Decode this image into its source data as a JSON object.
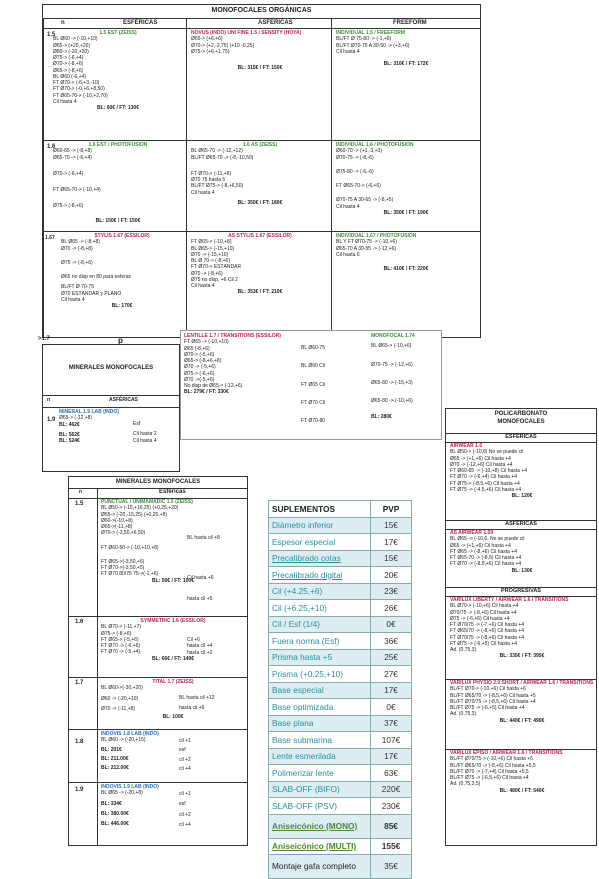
{
  "mono": {
    "title": "MONOFOCALES ORGÁNICAS",
    "col_n": "n",
    "col_esf": "ESFÉRICAS",
    "col_asf": "ASFÉRICAS",
    "col_free": "FREEFORM",
    "r15": {
      "n": "1.5",
      "esf_head": "1.5 EST (ZEISS)",
      "esf_lines": [
        "BL Ø60 -> (-10,+10)",
        "Ø65-> (+20,+20)",
        "Ø80-> (-20,+20)",
        "Ø75-> (-6,+4)",
        "Ø70-> (-8,+6)",
        "Ø65-> (-8,+6)",
        "BL Ø60 (-6,+4)",
        "FT Ø70-> (-6,+3,-10)",
        "FT Ø70-> (-0,+6,+8,50)",
        "FT Ø65-70-> (-10,+2,70)"
      ],
      "esf_note": "Cil hasta 4",
      "esf_price": "BL: 60€ / FT: 130€",
      "asf_head": "NOVUS (INDO) UNI FINE 1.5 / SENSITY (HOYA)",
      "asf_lines": [
        "Ø65-> (+6,+6)",
        "Ø70-> (+2,-2,75) (+10 -0,25)",
        "Ø75-> (+6,+1,75)"
      ],
      "asf_price": "BL: 315€ / FT: 150€",
      "free_head": "INDIVIDUAL 1.5 / FREEFORM",
      "free_lines": [
        "BL/FT Ø 75-80 -> (-1,+6)",
        "BL/FT Ø70-75 A 30-50 -> (+3,+6)"
      ],
      "free_note": "Cil hasta 4",
      "free_price": "BL: 310€ / FT: 172€"
    },
    "r16": {
      "n": "1.6",
      "esf_head": "1.6 EST / PHOTOFUSION",
      "esf_lines": [
        "Ø60-65 -> (-8,+8)",
        "Ø65-70 -> (-6,+4)",
        "Ø70-> (-6,+4)",
        "FT Ø65-70-> (-10,+4)",
        "Ø75-> (-8,+6)"
      ],
      "esf_price": "BL: 150€ / FT: 150€",
      "asf_head": "1.6 AS (ZEISS)",
      "asf_lines": [
        "BL Ø65-70 -> (-12,+12)",
        "BL/FT Ø65-70 -> (-8,-10,50)",
        "FT Ø70-> (-11,+8)",
        "Ø70 75 hasta 5",
        "BL/FT Ø75-> (-8,+6,50)"
      ],
      "asf_note": "Cil hasta 4",
      "asf_price": "BL: 350€ / FT: 180€",
      "free_head": "INDIVIDUAL 1.6 / PHOTOFUSION",
      "free_lines": [
        "Ø60-70 -> (+1,-3,+3)",
        "Ø70-75 -> (-8,-6)",
        "Ø75-80 -> (-6,-6)",
        "FT Ø65-70-> (-6,+6)",
        "Ø70-75 A 30-65 -> (-8,+5)"
      ],
      "free_note": "Cil hasta 4",
      "free_price": "BL: 350€ / FT: 190€"
    },
    "r167": {
      "n": "1.67",
      "esf_head": "STYLIS 1.67 (ESSILOR)",
      "esf_lines": [
        "BL Ø65 -> (-8,+8)",
        "Ø70 -> (-8,+8)",
        "Ø75 -> (-8,+6)",
        "Ø65 no disp en 80 para esferas",
        "BL/FT Ø 70-75",
        "Ø70 ESTÁNDAR y PLANO"
      ],
      "esf_note": "Cil hasta 4",
      "esf_price": "BL: 170€",
      "asf_head": "AS STYLIS 1.67 (ESSILOR)",
      "asf_lines": [
        "FT Ø65-> (-10,+8)",
        "BL Ø65-> (-15,+10)",
        "Ø70 -> (-15,+10)",
        "BL Ø 70-> (-8,+6)",
        "FT Ø70-> ESTÁNDAR",
        "Ø70 -> (-8,+6)",
        "Ø75 no disp, +6 Cil 2"
      ],
      "asf_note": "Cil hasta 4",
      "asf_price": "BL: 353€ / FT: 210€",
      "free_head": "INDIVIDUAL 1.67 / PHOTOFUSION",
      "free_lines": [
        "BL Y FT Ø70-75 -> (-10,+6)",
        "Ø65-70 A 30-55 -> (-12,+6)"
      ],
      "free_note": "Cil hasta 6",
      "free_price": "BL: 410€ / FT: 220€"
    }
  },
  "mm": {
    "n17": ">1.7",
    "p": "p",
    "title": "MINERALES MONOFOCALES",
    "col_n": "n",
    "col_asf": "ASFÉRICAS",
    "head": "LENTILLE 1.7 / TRANSITIONS (ESSILOR)",
    "lines": [
      "FT Ø65 -> (-10,+10)",
      "Ø65 (-8,+6)",
      "Ø70-> (-5,+6)",
      "Ø65-> (-8,+6,+8)",
      "Ø70 -> (-5,+6)",
      "Ø75-> (-6,+6)",
      "Ø70 ->(-5,+6)",
      "No disp de Ø65-> (-12,+6)",
      "BL: 279€ / FT: 330€"
    ],
    "mid": [
      "BL Ø60-75",
      "BL Ø60 Cil",
      "FT Ø65 Cil",
      "FT Ø70 Cil",
      "FT Ø70-80"
    ],
    "right_head": "MONOFOCAL 1.74",
    "right_lines": [
      "BL Ø65-> (-10,+6)",
      "Ø70-75 -> (-12,+6)",
      "Ø65-80 -> (-15,+3)",
      "Ø65-80 -> (-10,+6)"
    ],
    "right_price": "BL: 280€",
    "n19": "1.9",
    "h19": "MINERAL 1.9 LAB (INDO)",
    "r19": [
      "Ø65-> (-12,+8)",
      "BL: 462€",
      "BL: 562€",
      "BL: 524€"
    ],
    "r19n": [
      "Esf",
      "Cil hasta 2",
      "Cil hasta 4"
    ]
  },
  "mmx": {
    "title": "MINERALES MONOFOCALES",
    "col_n": "n",
    "col_esf": "Esféricas",
    "rows": [
      {
        "n": "1.5",
        "head": "PUNCTUAL / UNIMAMADIC 1.5 (ZEISS)",
        "lines": [
          "BL Ø50-> (-15,+16,25) (+0,25,+20)",
          "Ø55-> (-20,-15,25) (+0,25,+8)",
          "Ø60->(-10,+8)",
          "Ø65->(-11,+8)",
          "Ø70-> (-3,50,+6,50)",
          "FT Ø60-50-> (-10,+10,+8)",
          "FT Ø65->(-3,50,+6)",
          "FT Ø70->(-3,50,+5)",
          "FT Ø70 80/75 75->(-1,+6)"
        ],
        "notes": [
          "BL hasta cil +8",
          "Cil hasta +6",
          "hasta cil +5"
        ],
        "price": "BL: 50€ / FT: 100€"
      },
      {
        "n": "1.6",
        "head": "SYMMETRIC 1.6 (ESSILOR)",
        "lines": [
          "BL Ø70-> (-11,+7)",
          "Ø75-> (-8,+6)",
          "FT Ø65-> (-5,+6)",
          "FT Ø70 -> (-6,+6)",
          "FT Ø70 -> (-5,+4)"
        ],
        "notes": [
          "Cil +6",
          "hasta cil +4",
          "hasta cil +2"
        ],
        "price": "BL: 66€ / FT: 149€"
      },
      {
        "n": "1.7",
        "head": "TITAL 1.7 (ZEISS)",
        "lines": [
          "BL Ø60->(-30,+20)",
          "Ø60 -> (-20,+10)",
          "Ø70 -> (-11,+8)"
        ],
        "notes": [
          "BL hasta cil +12",
          "hasta cil +6"
        ],
        "price": "BL: 100€"
      },
      {
        "n": "1.8",
        "head": "INDOVIS 1.8 LAB (INDO)",
        "lines": [
          "BL Ø60 -> (-20,+15)",
          "BL: 201€",
          "BL: 211.00€",
          "BL: 212.00€"
        ],
        "notes": [
          "cil +1",
          "esf",
          "cil +2",
          "cil +4"
        ],
        "price": ""
      },
      {
        "n": "1.9",
        "head": "INDOVIS 1.9 LAB (INDO)",
        "lines": [
          "BL Ø65 -> (-20,+8)",
          "BL: 334€",
          "BL: 380.00€",
          "BL: 446.00€"
        ],
        "notes": [
          "cil +1",
          "esf",
          "cil +2",
          "cil +4"
        ],
        "price": ""
      }
    ]
  },
  "supl": {
    "h": [
      "SUPLEMENTOS",
      "PVP"
    ],
    "rows": [
      [
        "Diámetro inferior",
        "15€",
        "c"
      ],
      [
        "Espesor especial",
        "17€",
        "c"
      ],
      [
        "Precalibrado cotas",
        "15€",
        "c"
      ],
      [
        "Precalibrado digital",
        "20€",
        "c"
      ],
      [
        "Cil (+4.25,+6)",
        "23€",
        "c"
      ],
      [
        "Cil (+6.25,+10)",
        "26€",
        "c"
      ],
      [
        "Cil / Esf (1/4)",
        "0€",
        "c"
      ],
      [
        "Fuera norma (Esf)",
        "36€",
        "c"
      ],
      [
        "Prisma hasta +5",
        "25€",
        "c"
      ],
      [
        "Prisma (+0.25,+10)",
        "27€",
        "c"
      ],
      [
        "Base especial",
        "17€",
        "c"
      ],
      [
        "Base optimizada",
        "0€",
        "c"
      ],
      [
        "Base plana",
        "37€",
        "c"
      ],
      [
        "Base submarina",
        "107€",
        "c"
      ],
      [
        "Lente esmerilada",
        "17€",
        "c"
      ],
      [
        "Polimerizar lente",
        "63€",
        "c"
      ],
      [
        "SLAB-OFF (BIFO)",
        "220€",
        "c"
      ],
      [
        "SLAB-OFF (PSV)",
        "230€",
        "c"
      ],
      [
        "Aniseicónico (MONO)",
        "85€",
        "g"
      ],
      [
        "Aniseicónico (MULTI)",
        "155€",
        "g"
      ],
      [
        "Montaje gafa completo",
        "35€",
        "k"
      ]
    ]
  },
  "poly": {
    "title": "POLICARBONATO MONOFOCALES",
    "col_esf": "ESFÉRICAS",
    "esf_head": "AIRWEAR 1.6",
    "esf_lines": [
      "BL Ø50-> (-10,8) No se puede cil",
      "Ø65 -> (+1,+6) Cil hasta +4",
      "Ø70 -> (-12,+6) Cil hasta +4",
      "FT Ø60-65 -> (-10,+8) Cil hasta +4",
      "FT Ø70 -> (-6,+4) Cil hasta +4",
      "FT Ø75-> (-8,5,+6) Cil hasta +4",
      "FT Ø75 -> (-4,5,+6) Cil hasta +4"
    ],
    "esf_price": "BL: 120€",
    "col_asf": "ASFÉRICAS",
    "asf_head": "AS AIRWEAR 1.59",
    "asf_lines": [
      "BL Ø65 -> (-10,6, No se puede cil",
      "Ø65 -> (+1,+6) Cil hasta +4",
      "FT Ø65 -> (-8,+6) Cil hasta +4",
      "FT Ø65-70 -> (-8,6) Cil hasta +4",
      "FT Ø70 -> (-8,5,+6) Cil hasta +4"
    ],
    "asf_price": "BL: 130€",
    "col_prog": "PROGRESIVAS",
    "p1_head": "VARILUX LIBERTY / AIRWEAR 1.6 / TRANSITIONS",
    "p1_lines": [
      "BL Ø70-> (-10,+6) Cil hasta +4",
      "Ø70/75 -> (-8,+6) Cil hasta +4",
      "Ø75 -> (-6,+6) Cil hasta +4",
      "FT Ø70/75 -> (-7,+6) Cil hasta +4",
      "FT Ø65/70 -> (-8,+6) Cil hasta +4",
      "FT Ø70/75 -> (-8,+6) Cil hasta +4",
      "FT Ø75 -> (-6,+5) Cil hasta +4",
      "Ad. (0,75,3)"
    ],
    "p1_price": "BL: 335€ / FT: 395€",
    "p2_head": "VARILUX PHYSIO 2.0 SHORT / AIRWEAR 1.6 / TRANSITIONS",
    "p2_lines": [
      "BL/FT Ø70-> (-10,+6) Cil hasta +6",
      "BL/FT Ø65/70 -> (-8,5,+6) Cil hasta +5",
      "BL/FT Ø70/75 -> (-8,5,+6) Cil hasta +4",
      "BL/FT Ø75 -> (-6,+5) Cil hasta +4",
      "Ad. (0,75,3)"
    ],
    "p2_price": "BL: 440€ / FT: 490€",
    "p3_head": "VARILUX EPISO / AIRWEAR 1.6 / TRANSITIONS",
    "p3_lines": [
      "BL/FT Ø70/75-> (-10,+6) Cil hasta +6",
      "BL/FT Ø65/70 -> (-8,+6) Cil hasta +5,5",
      "BL/FT Ø70 -> (-7,+4) Cil hasta +5,5",
      "BL/FT Ø75 -> (-6,5,+6) Cil hasta +4",
      "Ad. (0,75,3,5)"
    ],
    "p3_price": "BL: 480€ / FT: 540€"
  }
}
